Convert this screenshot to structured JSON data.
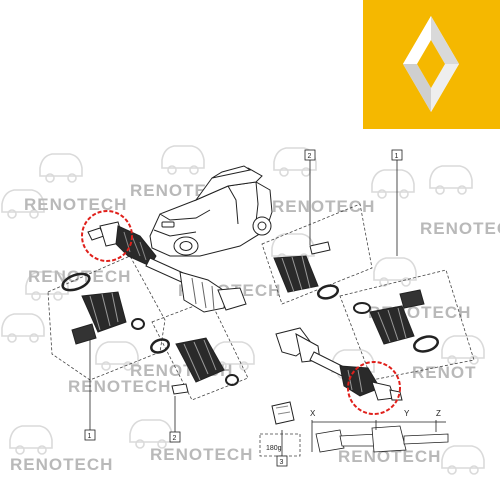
{
  "brand": {
    "logo_bg": "#f5b800",
    "logo_fg": "#ffffff",
    "logo_shade": "#c7c7c7"
  },
  "watermark": {
    "text_full": "RENOTECH",
    "text_cut": "RENOT"
  },
  "callouts": {
    "top_mid": "2",
    "top_right": "1",
    "bottom_left": "1",
    "bottom_mid": "2",
    "bottom_center": "3",
    "weight": "180g"
  },
  "dims": {
    "x": "X",
    "y": "Y",
    "z": "Z"
  },
  "highlight_color": "#e0201b"
}
